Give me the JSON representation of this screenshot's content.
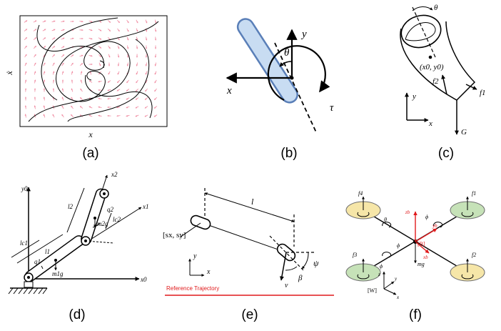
{
  "panels": {
    "a": {
      "caption": "(a)",
      "xlabel": "x",
      "ylabel": "ẋ"
    },
    "b": {
      "caption": "(b)",
      "x_label": "x",
      "y_label": "y",
      "theta_label": "θ",
      "tau_label": "τ"
    },
    "c": {
      "caption": "(c)",
      "theta_label": "θ",
      "point_label": "(x0, y0)",
      "f2_label": "f2",
      "f1_label": "f1",
      "G_label": "G",
      "y_label": "y",
      "x_label": "x"
    },
    "d": {
      "caption": "(d)",
      "y0": "y0",
      "x0": "x0",
      "x1": "x1",
      "x2": "x2",
      "q1": "q1",
      "q2": "q2",
      "l1": "l1",
      "l2": "l2",
      "lc1": "lc1",
      "lc2": "lc2",
      "m1g": "m1g",
      "m2g": "m2g"
    },
    "e": {
      "caption": "(e)",
      "l_label": "l",
      "s_label": "[sx, sy]",
      "y_label": "y",
      "x_label": "x",
      "psi_label": "ψ",
      "beta_label": "β",
      "v_label": "v",
      "ref_label": "Reference Trajectory",
      "ref_color": "#e0191b"
    },
    "f": {
      "caption": "(f)",
      "f1": "f1",
      "f2": "f2",
      "f3": "f3",
      "f4": "f4",
      "theta": "θ",
      "phi_a": "ϕ",
      "phi_b": "ϕ",
      "phi_c": "ϕ",
      "mg": "mg",
      "B": "[B]",
      "W": "[W]",
      "zb": "zb",
      "yb": "yb",
      "xb": "xb",
      "zw": "z",
      "yw": "y",
      "xw": "x",
      "green": "#c6e2b8",
      "yellow": "#f6e6a8",
      "axis_red": "#e0191b"
    }
  }
}
